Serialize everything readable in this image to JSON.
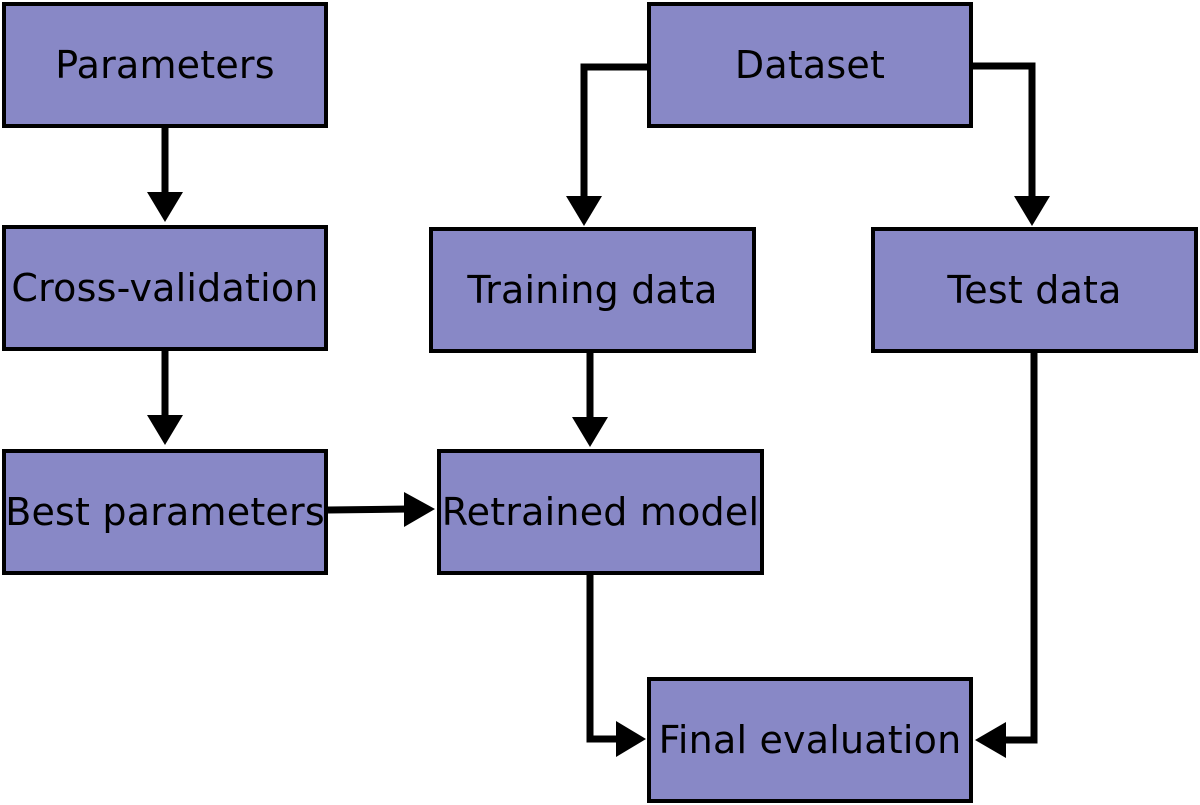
{
  "diagram": {
    "node_color": "#8888c6",
    "border_color": "#000000",
    "nodes": {
      "parameters": "Parameters",
      "cross_validation": "Cross-validation",
      "best_parameters": "Best parameters",
      "dataset": "Dataset",
      "training_data": "Training data",
      "test_data": "Test data",
      "retrained_model": "Retrained model",
      "final_evaluation": "Final evaluation"
    },
    "edges": [
      {
        "from": "parameters",
        "to": "cross_validation"
      },
      {
        "from": "cross_validation",
        "to": "best_parameters"
      },
      {
        "from": "best_parameters",
        "to": "retrained_model"
      },
      {
        "from": "dataset",
        "to": "training_data"
      },
      {
        "from": "dataset",
        "to": "test_data"
      },
      {
        "from": "training_data",
        "to": "retrained_model"
      },
      {
        "from": "retrained_model",
        "to": "final_evaluation"
      },
      {
        "from": "test_data",
        "to": "final_evaluation"
      }
    ]
  }
}
